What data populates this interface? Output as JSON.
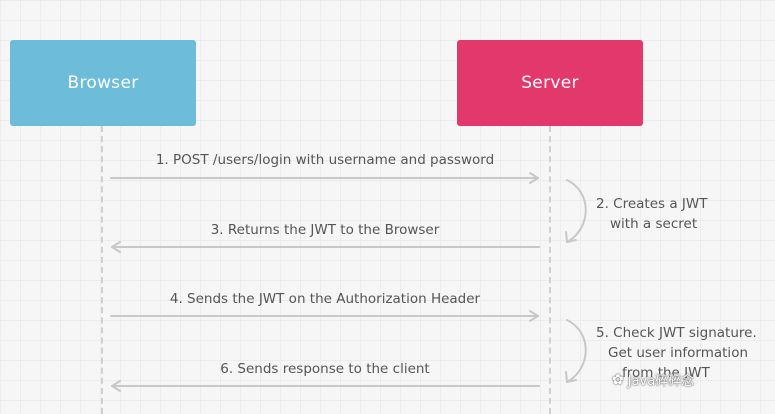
{
  "actors": {
    "browser": "Browser",
    "server": "Server"
  },
  "messages": {
    "m1": "1. POST /users/login with username and password",
    "m2_line1": "2. Creates a JWT",
    "m2_line2": "with a secret",
    "m3": "3. Returns the JWT to the Browser",
    "m4": "4. Sends the JWT on the Authorization Header",
    "m5_line1": "5. Check JWT signature.",
    "m5_line2": "Get user information",
    "m5_line3": "from the JWT",
    "m6": "6. Sends response to the client"
  },
  "watermark": {
    "text": "Java碎碎念",
    "icon": "wechat-icon"
  },
  "colors": {
    "browser": "#6dbcda",
    "server": "#e3386c",
    "arrow": "#c8c8c8",
    "text": "#555555"
  }
}
